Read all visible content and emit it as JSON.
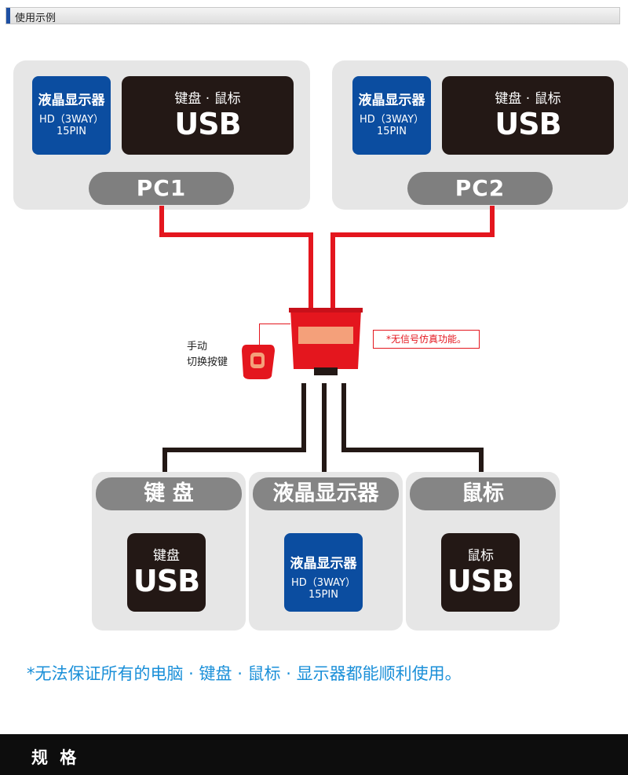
{
  "header": {
    "title": "使用示例"
  },
  "pcs": [
    {
      "name": "PC1",
      "monitor": {
        "line1": "液晶显示器",
        "line2": "HD（3WAY）",
        "line3": "15PIN"
      },
      "kbm": {
        "label": "键盘 · 鼠标",
        "port": "USB"
      }
    },
    {
      "name": "PC2",
      "monitor": {
        "line1": "液晶显示器",
        "line2": "HD（3WAY）",
        "line3": "15PIN"
      },
      "kbm": {
        "label": "键盘 · 鼠标",
        "port": "USB"
      }
    }
  ],
  "switch": {
    "button_label_line1": "手动",
    "button_label_line2": "切换按键",
    "note": "*无信号仿真功能。"
  },
  "devices": {
    "keyboard": {
      "title": "键 盘",
      "label": "键盘",
      "port": "USB"
    },
    "monitor": {
      "title": "液晶显示器",
      "line1": "液晶显示器",
      "line2": "HD（3WAY）",
      "line3": "15PIN"
    },
    "mouse": {
      "title": "鼠标",
      "label": "鼠标",
      "port": "USB"
    }
  },
  "disclaimer": "*无法保证所有的电脑 · 键盘 · 鼠标 · 显示器都能顺利使用。",
  "footer": {
    "title": "规 格"
  },
  "colors": {
    "blue": "#0b4da0",
    "red": "#e4161e",
    "dark": "#231815",
    "disclaimer": "#1a8fd8"
  }
}
